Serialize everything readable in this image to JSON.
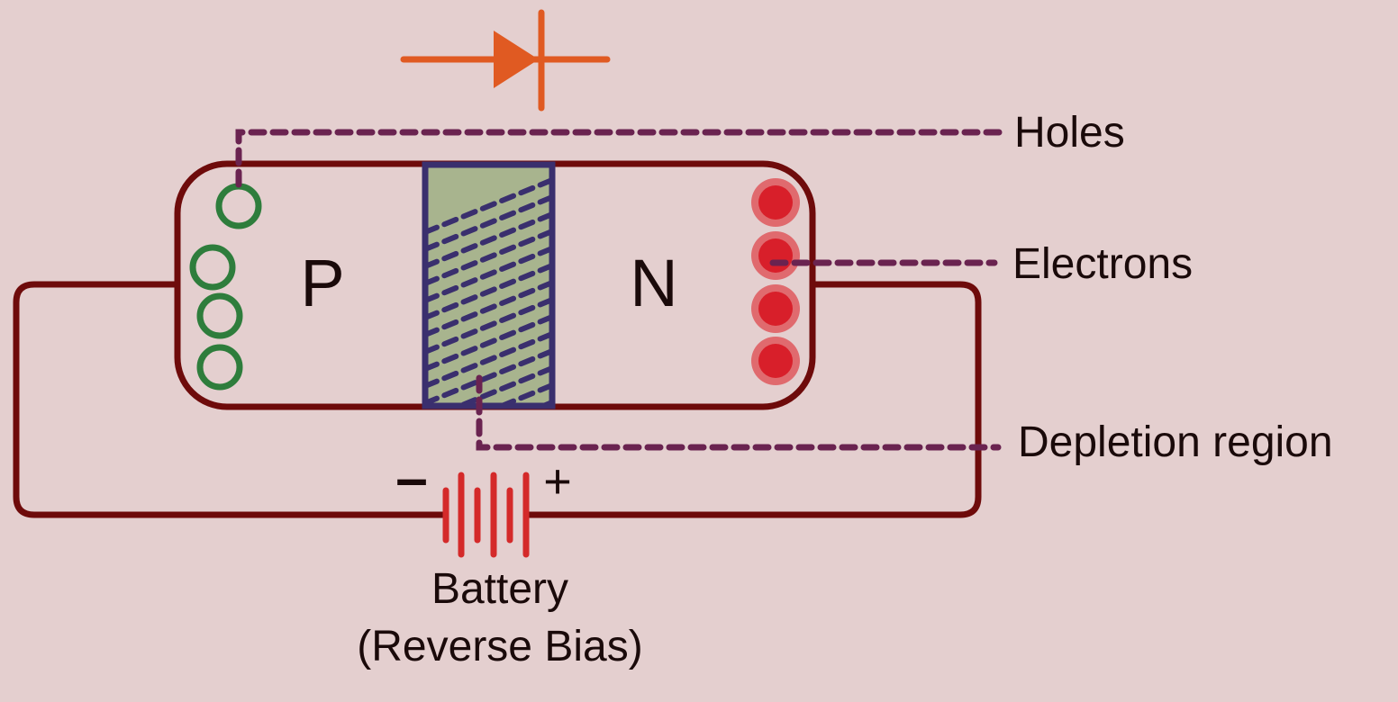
{
  "regions": {
    "p_label": "P",
    "n_label": "N"
  },
  "callouts": {
    "holes": "Holes",
    "electrons": "Electrons",
    "depletion": "Depletion region"
  },
  "battery": {
    "minus": "–",
    "plus": "+",
    "label_line1": "Battery",
    "label_line2": "(Reverse Bias)"
  },
  "carriers": {
    "holes_count": 4,
    "electrons_count": 4
  },
  "colors": {
    "background": "#e4cfcf",
    "wire": "#6e0b0b",
    "depletion_fill": "#a8b48e",
    "depletion_border": "#3a2f6e",
    "depletion_hatch": "#3a2f6e",
    "hole": "#2e7d3c",
    "electron": "#d81f2a",
    "electron_halo": "#e06a6e",
    "callout_line": "#6a2350",
    "diode_symbol": "#e05a22",
    "battery": "#d42a2a",
    "text": "#1a0a0a"
  }
}
